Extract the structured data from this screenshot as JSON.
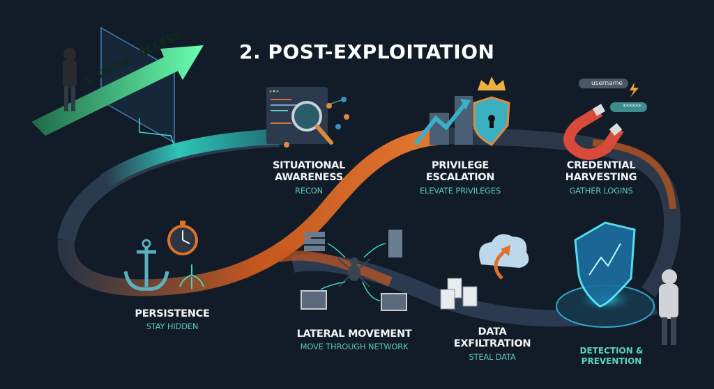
{
  "title": "2. POST-EXPLOITATION",
  "initial_access": "1. INITIAL ACCESS",
  "stages": [
    {
      "title_line1": "SITUATIONAL",
      "title_line2": "AWARENESS",
      "subtitle": "RECON",
      "icon": "magnifier-code-icon"
    },
    {
      "title_line1": "PRIVILEGE",
      "title_line2": "ESCALATION",
      "subtitle": "ELEVATE PRIVILEGES",
      "icon": "crown-shield-icon"
    },
    {
      "title_line1": "CREDENTIAL",
      "title_line2": "HARVESTING",
      "subtitle": "GATHER LOGINS",
      "icon": "magnet-icon"
    },
    {
      "title_line1": "PERSISTENCE",
      "subtitle": "STAY HIDDEN",
      "icon": "anchor-icon"
    },
    {
      "title_line1": "LATERAL MOVEMENT",
      "subtitle": "MOVE THROUGH NETWORK",
      "icon": "spider-network-icon"
    },
    {
      "title_line1": "DATA",
      "title_line2": "EXFILTRATION",
      "subtitle": "STEAL DATA",
      "icon": "cloud-upload-icon"
    }
  ],
  "credentials": {
    "username": "username",
    "password": "******"
  },
  "detection": {
    "line1": "DETECTION &",
    "line2": "PREVENTION",
    "icon": "shield-hologram-icon"
  },
  "colors": {
    "background": "#111c28",
    "teal": "#3fd7c0",
    "orange": "#d8692a",
    "green": "#54f0a0",
    "subtitle": "#5cc7b8"
  }
}
